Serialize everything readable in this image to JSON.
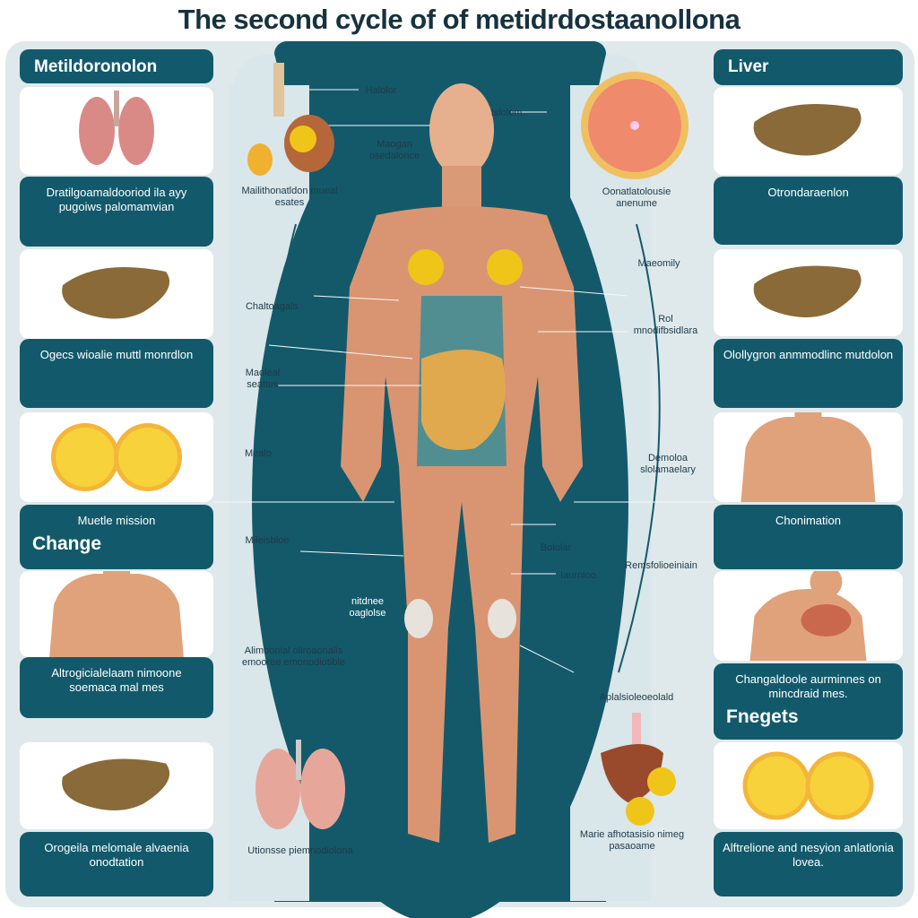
{
  "title": "The second cycle of of metidrdostaanollona",
  "left": [
    {
      "type": "head",
      "text": "Metildoronolon"
    },
    {
      "type": "img",
      "icon": "lungs-icon"
    },
    {
      "type": "text",
      "text": "Dratilgoamaldooriod ila ayy pugoiws palomamvian"
    },
    {
      "type": "img",
      "icon": "liver-icon"
    },
    {
      "type": "text",
      "text": "Ogecs wioalie muttl monrdlon"
    },
    {
      "type": "img",
      "icon": "citrus-icon"
    },
    {
      "type": "text",
      "text": "Muetle mission",
      "heading": "Change"
    },
    {
      "type": "img",
      "icon": "torso-icon"
    },
    {
      "type": "text",
      "text": "Altrogicialelaam nimoone soemaca mal mes"
    },
    {
      "type": "img",
      "icon": "liver-icon"
    },
    {
      "type": "text",
      "text": "Orogeila melomale alvaenia onodtation"
    }
  ],
  "right": [
    {
      "type": "head",
      "text": "Liver"
    },
    {
      "type": "img",
      "icon": "liver-icon"
    },
    {
      "type": "text",
      "text": "Otrondaraenlon"
    },
    {
      "type": "img",
      "icon": "liver-icon"
    },
    {
      "type": "text",
      "text": "Olollygron anmmodlinc mutdolon"
    },
    {
      "type": "img",
      "icon": "torso-icon"
    },
    {
      "type": "text",
      "text": "Chonimation"
    },
    {
      "type": "img",
      "icon": "chest-icon"
    },
    {
      "type": "text",
      "text": "Changaldoole aurminnes on mincdraid mes.",
      "heading": "Fnegets"
    },
    {
      "type": "img",
      "icon": "citrus-icon"
    },
    {
      "type": "text",
      "text": "Alftrelione and nesyion anlatlonia lovea."
    }
  ],
  "labels": {
    "l1": "Halolor",
    "l2": "Maogan osedalonce",
    "l3": "Mailithonatldon mueal esates",
    "l4": "Chaltoagals",
    "l5": "Maoleal seattes",
    "l6": "Mealo",
    "l7": "Mileisbloe",
    "l8": "Alimoonial oliroaonalis emooree emonodiotible",
    "l9": "nitdnee oaglolse",
    "l10": "Utionsse piemnodiolona",
    "r1": "Islolem",
    "r2": "Oonatlatolousie anenume",
    "r3": "Maeomily",
    "r4": "Rol mnodifbsidlara",
    "r5": "Demoloa slolamaelary",
    "r6": "Bololar",
    "r7": "Iaurnloo",
    "r8": "Remsfolioeiniain",
    "r9": "Aplalsioleoeolald",
    "r10": "Marie afhotasisio nimeg pasaoame"
  },
  "colors": {
    "teal": "#125a6b",
    "panel": "#dfe9ec",
    "title": "#17323f"
  }
}
